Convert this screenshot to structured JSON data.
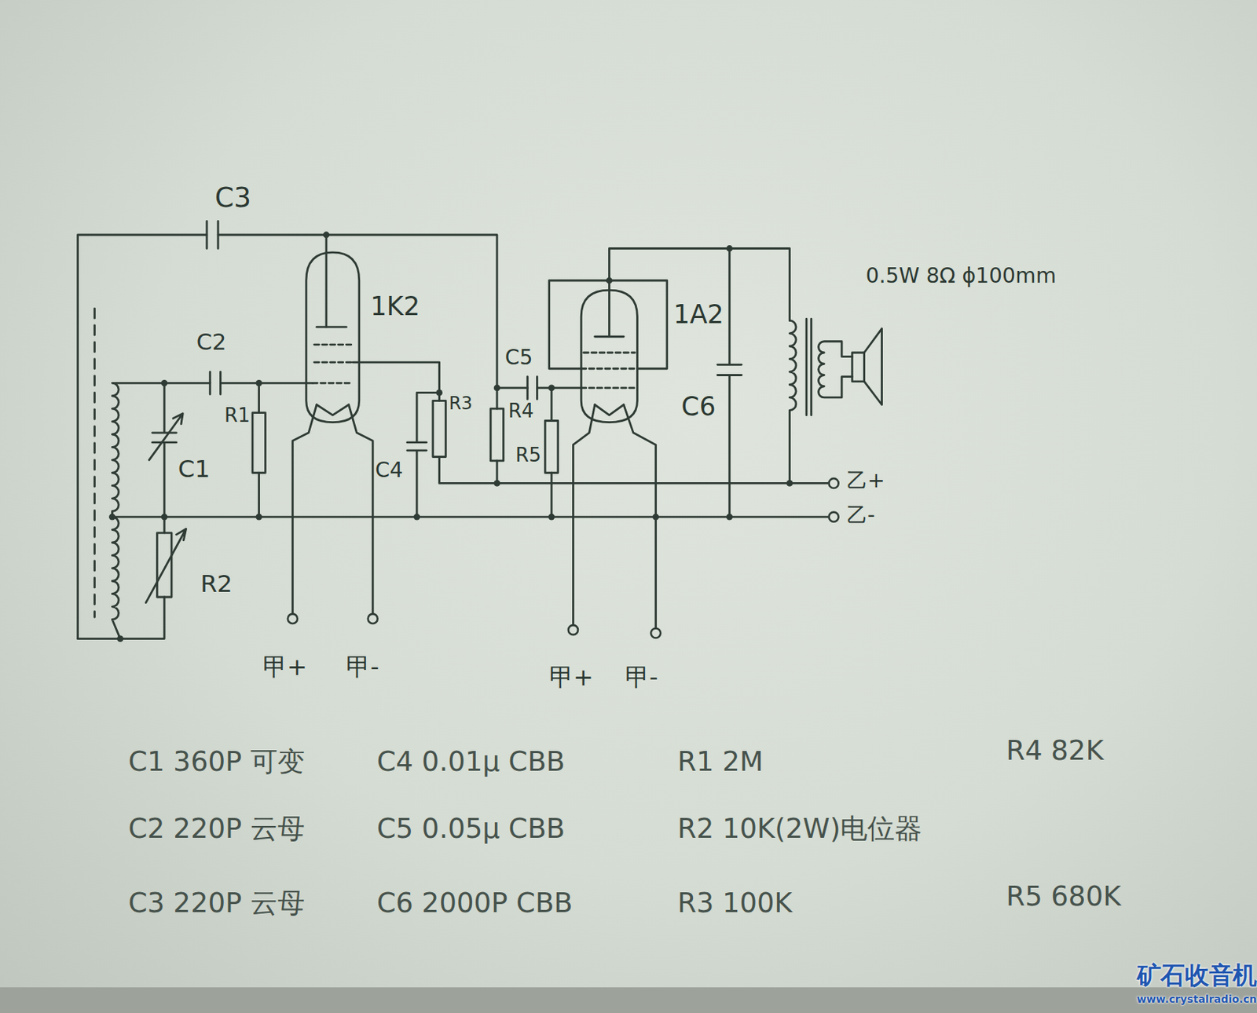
{
  "diagram": {
    "labels": [
      "C3",
      "1K2",
      "C2",
      "R1",
      "C1",
      "R2",
      "C4",
      "R3",
      "C5",
      "R4",
      "R5",
      "1A2",
      "C6",
      "0.5W 8Ω ϕ100mm",
      "乙+",
      "乙-",
      "甲+",
      "甲-",
      "甲+",
      "甲-",
      "C1 360P 可变",
      "C2 220P 云母",
      "C3 220P 云母",
      "C4 0.01μ CBB",
      "C5 0.05μ CBB",
      "C6 2000P CBB",
      "R1 2M",
      "R2 10K(2W)电位器",
      "R3 100K",
      "R4 82K",
      "R5 680K",
      "矿石收音机",
      "www.crystalradio.cn"
    ]
  }
}
